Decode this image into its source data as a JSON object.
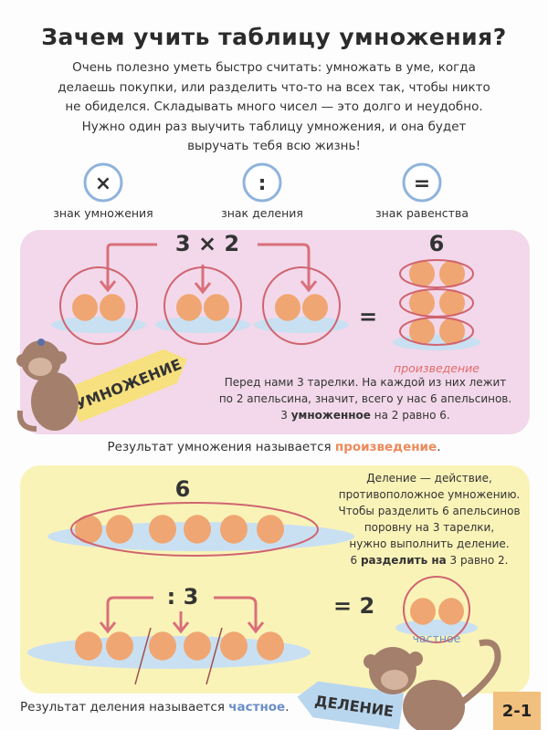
{
  "title": "Зачем учить таблицу умножения?",
  "intro": [
    "Очень полезно уметь быстро считать: умножать в уме, когда",
    "делаешь покупки, или разделить что-то на всех так, чтобы никто",
    "не обиделся. Складывать много чисел — это долго и неудобно.",
    "Нужно один раз выучить таблицу умножения, и она будет",
    "выручать тебя всю жизнь!"
  ],
  "signs": [
    {
      "symbol": "×",
      "label": "знак умножения",
      "icon": "multiply-icon"
    },
    {
      "symbol": ":",
      "label": "знак деления",
      "icon": "divide-icon"
    },
    {
      "symbol": "=",
      "label": "знак равенства",
      "icon": "equals-icon"
    }
  ],
  "multiplication": {
    "expression": "3 × 2",
    "equals": "=",
    "result": "6",
    "result_label": "произведение",
    "tag": "УМНОЖЕНИЕ",
    "text_lines": [
      "Перед нами 3 тарелки. На каждой из них лежит",
      "по 2 апельсина, значит, всего у нас 6 апельсинов."
    ],
    "last_line": {
      "pre": "3 ",
      "bold": "умноженное",
      "post": " на 2 равно 6."
    },
    "summary": {
      "pre": "Результат умножения называется ",
      "term": "произведение",
      "post": "."
    }
  },
  "division": {
    "total": "6",
    "divisor": ": 3",
    "result": "= 2",
    "result_label": "частное",
    "tag": "ДЕЛЕНИЕ",
    "text_lines": [
      "Деление — действие,",
      "противоположное умножению.",
      "Чтобы разделить 6 апельсинов",
      "поровну на 3 тарелки,",
      "нужно выполнить деление."
    ],
    "last_line": {
      "pre": "6 ",
      "bold": "разделить на",
      "post": " 3 равно 2."
    },
    "summary": {
      "pre": "Результат деления называется ",
      "term": "частное",
      "post": "."
    }
  },
  "page_number": "2-1",
  "colors": {
    "pink_box": "#f2d8ea",
    "yellow_box": "#faf3b8",
    "orange": "#f0a672",
    "plate": "#c9e0f2",
    "ring": "#cf6470",
    "product": "#e36b6b",
    "quotient": "#6a8fc8"
  }
}
